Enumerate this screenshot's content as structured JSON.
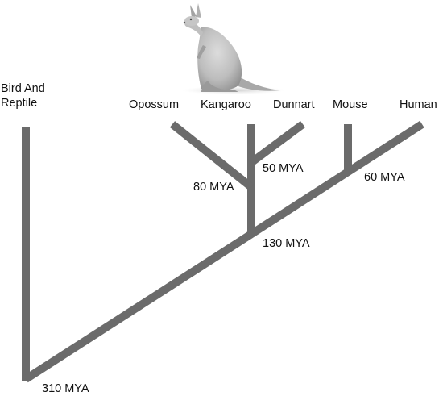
{
  "taxa": {
    "bird_reptile": "Bird And Reptile",
    "opossum": "Opossum",
    "kangaroo": "Kangaroo",
    "dunnart": "Dunnart",
    "mouse": "Mouse",
    "human": "Human"
  },
  "divergence_times": {
    "root": "310 MYA",
    "marsupial_placental": "130 MYA",
    "opossum_split": "80 MYA",
    "kangaroo_dunnart": "50 MYA",
    "mouse_human": "60 MYA"
  },
  "colors": {
    "branch": "#6b6b6b",
    "text": "#111111"
  },
  "illustration": "kangaroo-image"
}
